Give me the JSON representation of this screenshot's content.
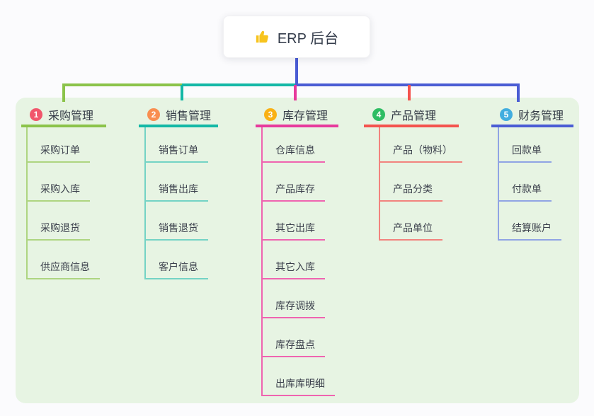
{
  "root": {
    "title": "ERP 后台",
    "icon": "thumbs-up-icon"
  },
  "branches": [
    {
      "num": "1",
      "label": "采购管理",
      "badge_color": "#f1566c",
      "line_color": "#8bc34a",
      "child_line_color": "#aed581",
      "children": [
        "采购订单",
        "采购入库",
        "采购退货",
        "供应商信息"
      ]
    },
    {
      "num": "2",
      "label": "销售管理",
      "badge_color": "#f98e50",
      "line_color": "#14b8a6",
      "child_line_color": "#74d3c5",
      "children": [
        "销售订单",
        "销售出库",
        "销售退货",
        "客户信息"
      ]
    },
    {
      "num": "3",
      "label": "库存管理",
      "badge_color": "#f9b115",
      "line_color": "#e73a9c",
      "child_line_color": "#ef64b0",
      "children": [
        "仓库信息",
        "产品库存",
        "其它出库",
        "其它入库",
        "库存调拨",
        "库存盘点",
        "出库库明细"
      ]
    },
    {
      "num": "4",
      "label": "产品管理",
      "badge_color": "#2ebd63",
      "line_color": "#f4534e",
      "child_line_color": "#f2837e",
      "children": [
        "产品（物料）",
        "产品分类",
        "产品单位"
      ]
    },
    {
      "num": "5",
      "label": "财务管理",
      "badge_color": "#41addf",
      "line_color": "#4a5cd4",
      "child_line_color": "#90a4e4",
      "children": [
        "回款单",
        "付款单",
        "结算账户"
      ]
    }
  ],
  "colors": {
    "root_connector": "#4a5cd4",
    "panel_bg": "#e7f4e3",
    "canvas_bg": "#fbfbfd",
    "root_card_bg": "#ffffff",
    "text": "#3c414d"
  }
}
